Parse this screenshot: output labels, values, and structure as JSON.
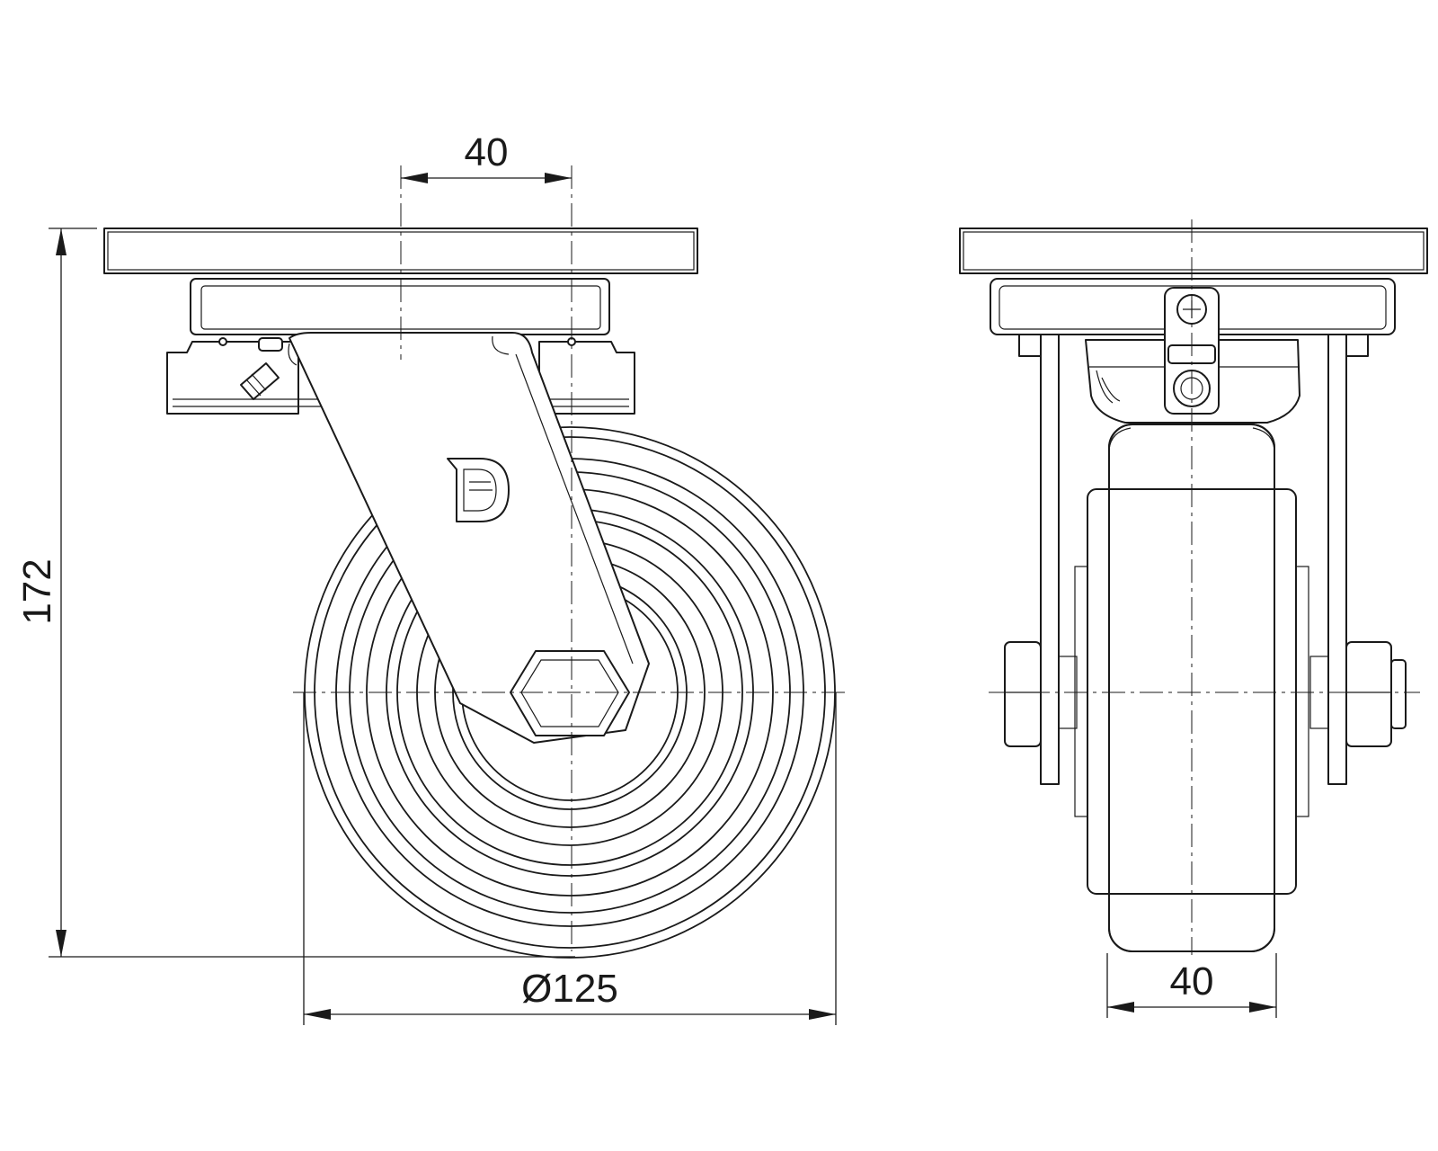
{
  "drawing": {
    "dimensions": {
      "swivel_offset": "40",
      "overall_height": "172",
      "wheel_diameter": "Ø125",
      "wheel_width": "40"
    },
    "colors": {
      "line": "#1a1a1a",
      "background": "#ffffff"
    }
  }
}
